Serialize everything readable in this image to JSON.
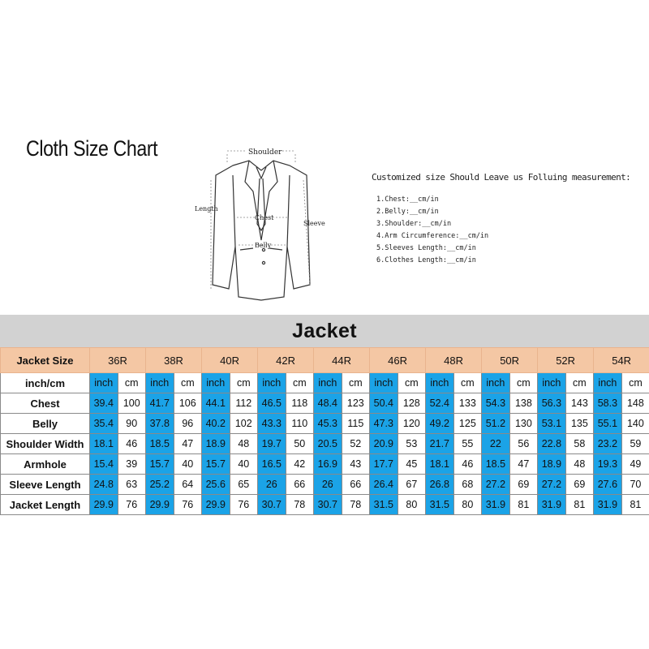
{
  "header": {
    "title": "Cloth Size Chart"
  },
  "diagram": {
    "labels": {
      "shoulder": "Shoulder",
      "length": "Length",
      "chest": "Chest",
      "belly": "Belly",
      "sleeve": "Sleeve"
    }
  },
  "custom": {
    "intro": "Customized size Should Leave us Folluing measurement:",
    "items": [
      "1.Chest:__cm/in",
      "2.Belly:__cm/in",
      "3.Shoulder:__cm/in",
      "4.Arm Circumference:__cm/in",
      "5.Sleeves Length:__cm/in",
      "6.Clothes Length:__cm/in"
    ]
  },
  "table": {
    "heading": "Jacket",
    "size_label": "Jacket Size",
    "sizes": [
      "36R",
      "38R",
      "40R",
      "42R",
      "44R",
      "46R",
      "48R",
      "50R",
      "52R",
      "54R"
    ],
    "unit_label": "inch/cm",
    "unit_inch": "inch",
    "unit_cm": "cm",
    "rows": [
      {
        "label": "Chest",
        "values": [
          [
            "39.4",
            "100"
          ],
          [
            "41.7",
            "106"
          ],
          [
            "44.1",
            "112"
          ],
          [
            "46.5",
            "118"
          ],
          [
            "48.4",
            "123"
          ],
          [
            "50.4",
            "128"
          ],
          [
            "52.4",
            "133"
          ],
          [
            "54.3",
            "138"
          ],
          [
            "56.3",
            "143"
          ],
          [
            "58.3",
            "148"
          ]
        ]
      },
      {
        "label": "Belly",
        "values": [
          [
            "35.4",
            "90"
          ],
          [
            "37.8",
            "96"
          ],
          [
            "40.2",
            "102"
          ],
          [
            "43.3",
            "110"
          ],
          [
            "45.3",
            "115"
          ],
          [
            "47.3",
            "120"
          ],
          [
            "49.2",
            "125"
          ],
          [
            "51.2",
            "130"
          ],
          [
            "53.1",
            "135"
          ],
          [
            "55.1",
            "140"
          ]
        ]
      },
      {
        "label": "Shoulder Width",
        "values": [
          [
            "18.1",
            "46"
          ],
          [
            "18.5",
            "47"
          ],
          [
            "18.9",
            "48"
          ],
          [
            "19.7",
            "50"
          ],
          [
            "20.5",
            "52"
          ],
          [
            "20.9",
            "53"
          ],
          [
            "21.7",
            "55"
          ],
          [
            "22",
            "56"
          ],
          [
            "22.8",
            "58"
          ],
          [
            "23.2",
            "59"
          ]
        ]
      },
      {
        "label": "Armhole",
        "values": [
          [
            "15.4",
            "39"
          ],
          [
            "15.7",
            "40"
          ],
          [
            "15.7",
            "40"
          ],
          [
            "16.5",
            "42"
          ],
          [
            "16.9",
            "43"
          ],
          [
            "17.7",
            "45"
          ],
          [
            "18.1",
            "46"
          ],
          [
            "18.5",
            "47"
          ],
          [
            "18.9",
            "48"
          ],
          [
            "19.3",
            "49"
          ]
        ]
      },
      {
        "label": "Sleeve Length",
        "values": [
          [
            "24.8",
            "63"
          ],
          [
            "25.2",
            "64"
          ],
          [
            "25.6",
            "65"
          ],
          [
            "26",
            "66"
          ],
          [
            "26",
            "66"
          ],
          [
            "26.4",
            "67"
          ],
          [
            "26.8",
            "68"
          ],
          [
            "27.2",
            "69"
          ],
          [
            "27.2",
            "69"
          ],
          [
            "27.6",
            "70"
          ]
        ]
      },
      {
        "label": "Jacket Length",
        "values": [
          [
            "29.9",
            "76"
          ],
          [
            "29.9",
            "76"
          ],
          [
            "29.9",
            "76"
          ],
          [
            "30.7",
            "78"
          ],
          [
            "30.7",
            "78"
          ],
          [
            "31.5",
            "80"
          ],
          [
            "31.5",
            "80"
          ],
          [
            "31.9",
            "81"
          ],
          [
            "31.9",
            "81"
          ],
          [
            "31.9",
            "81"
          ]
        ]
      }
    ]
  }
}
